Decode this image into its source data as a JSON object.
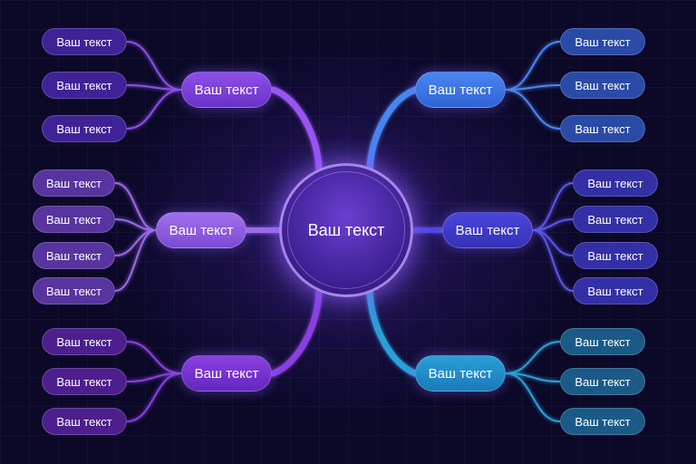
{
  "center": {
    "label": "Ваш текст"
  },
  "branches": [
    {
      "id": "top-left",
      "label": "Ваш текст",
      "leaves": [
        "Ваш текст",
        "Ваш текст",
        "Ваш текст"
      ]
    },
    {
      "id": "middle-left",
      "label": "Ваш текст",
      "leaves": [
        "Ваш текст",
        "Ваш текст",
        "Ваш текст",
        "Ваш текст"
      ]
    },
    {
      "id": "bottom-left",
      "label": "Ваш текст",
      "leaves": [
        "Ваш текст",
        "Ваш текст",
        "Ваш текст"
      ]
    },
    {
      "id": "top-right",
      "label": "Ваш текст",
      "leaves": [
        "Ваш текст",
        "Ваш текст",
        "Ваш текст"
      ]
    },
    {
      "id": "middle-right",
      "label": "Ваш текст",
      "leaves": [
        "Ваш текст",
        "Ваш текст",
        "Ваш текст",
        "Ваш текст"
      ]
    },
    {
      "id": "bottom-right",
      "label": "Ваш текст",
      "leaves": [
        "Ваш текст",
        "Ваш текст",
        "Ваш текст"
      ]
    }
  ],
  "colors": {
    "background": "#0b0828",
    "center": "#4a28a8",
    "branch_top_left": "#7b3fdc",
    "branch_middle_left": "#8a5ee0",
    "branch_bottom_left": "#7430d0",
    "branch_top_right": "#3b74e6",
    "branch_middle_right": "#3d39c8",
    "branch_bottom_right": "#2490cc"
  }
}
